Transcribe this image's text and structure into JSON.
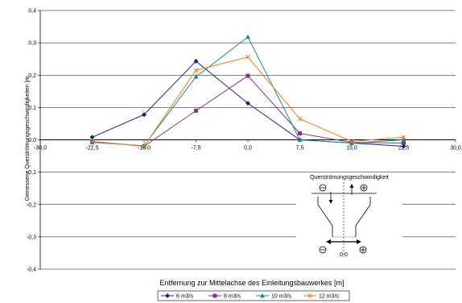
{
  "chart_data": {
    "type": "line",
    "title": "",
    "xlabel": "Entfernung zur Mittelachse des Einleitungsbauwerkes [m]",
    "ylabel": "Gemessene Querströmungsgeschwindigkeiten [m",
    "xlim": [
      -30,
      30
    ],
    "ylim": [
      -0.4,
      0.4
    ],
    "x_ticks": [
      -30,
      -22.5,
      -15,
      -7.5,
      0,
      7.5,
      15,
      22.5,
      30
    ],
    "x_tick_labels": [
      "-30,0",
      "-22,5",
      "-15,0",
      "-7,5",
      "0,0",
      "7,5",
      "15,0",
      "22,5",
      "30,0"
    ],
    "y_ticks": [
      0.4,
      0.3,
      0.2,
      0.1,
      0,
      -0.1,
      -0.2,
      -0.3,
      -0.4
    ],
    "y_tick_labels": [
      "0,4",
      "0,3",
      "0,2",
      "0,1",
      "0,0",
      "-0,1",
      "-0,2",
      "-0,3",
      "-0,4"
    ],
    "grid": "horizontal",
    "legend_position": "bottom",
    "x": [
      -22.5,
      -15,
      -7.5,
      0,
      7.5,
      15,
      22.5
    ],
    "series": [
      {
        "name": "6 m3/s",
        "color": "#1a237e",
        "marker": "diamond",
        "values": [
          0.008,
          0.078,
          0.243,
          0.113,
          0.0,
          -0.01,
          -0.02
        ]
      },
      {
        "name": "8 m3/s",
        "color": "#8e2c8e",
        "marker": "square",
        "values": [
          -0.005,
          -0.02,
          0.09,
          0.198,
          0.02,
          -0.008,
          -0.01
        ]
      },
      {
        "name": "10 m3/s",
        "color": "#1a8a8a",
        "marker": "triangle",
        "values": [
          -0.008,
          -0.018,
          0.195,
          0.318,
          0.0,
          -0.01,
          0.0
        ]
      },
      {
        "name": "12 m3/s",
        "color": "#f07a1a",
        "marker": "x",
        "values": [
          -0.005,
          -0.02,
          0.215,
          0.256,
          0.065,
          -0.005,
          0.008
        ]
      }
    ],
    "inset": {
      "title": "Querströmungsgeschwindigkeit",
      "center_label": "0,0"
    }
  }
}
